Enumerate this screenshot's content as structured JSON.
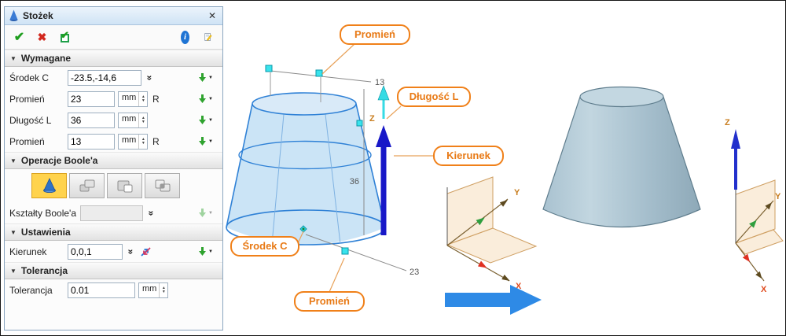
{
  "icons": {
    "collapse": "▼",
    "close": "✕",
    "ok": "✔",
    "cancel": "✖",
    "apply_check": "✔",
    "info": "i",
    "double_chevron": "»",
    "caret": "▼",
    "spin_up": "▲",
    "spin_down": "▼"
  },
  "dialog": {
    "title": "Stożek",
    "sections": {
      "required": "Wymagane",
      "boolean": "Operacje Boole'a",
      "settings": "Ustawienia",
      "tolerance": "Tolerancja"
    },
    "fields": {
      "center": {
        "label": "Środek C",
        "value": "-23.5,-14,6"
      },
      "radius1": {
        "label": "Promień",
        "value": "23",
        "unit": "mm",
        "r": "R"
      },
      "length": {
        "label": "Długość L",
        "value": "36",
        "unit": "mm"
      },
      "radius2": {
        "label": "Promień",
        "value": "13",
        "unit": "mm",
        "r": "R"
      },
      "boolean_shapes": {
        "label": "Kształty Boole'a",
        "value": ""
      },
      "direction": {
        "label": "Kierunek",
        "value": "0,0,1"
      },
      "tolerance": {
        "label": "Tolerancja",
        "value": "0.01",
        "unit": "mm"
      }
    }
  },
  "viewport": {
    "callouts": {
      "promien_top": "Promień",
      "dlugosc_l": "Długość L",
      "kierunek": "Kierunek",
      "srodek_c": "Środek C",
      "promien_bottom": "Promień"
    },
    "dims": {
      "top_radius": "13",
      "height": "36",
      "bottom_radius": "23"
    },
    "axes": {
      "z_left": "Z",
      "y_left": "Y",
      "x_left": "X",
      "z_right": "Z",
      "y_right": "Y",
      "x_right": "X"
    }
  },
  "colors": {
    "accent_orange": "#f08019",
    "cone_edge_blue": "#2f81d6",
    "selected_yellow": "#ffd34d",
    "direction_blue": "#1818c8",
    "transition_blue": "#2e8ae6"
  }
}
